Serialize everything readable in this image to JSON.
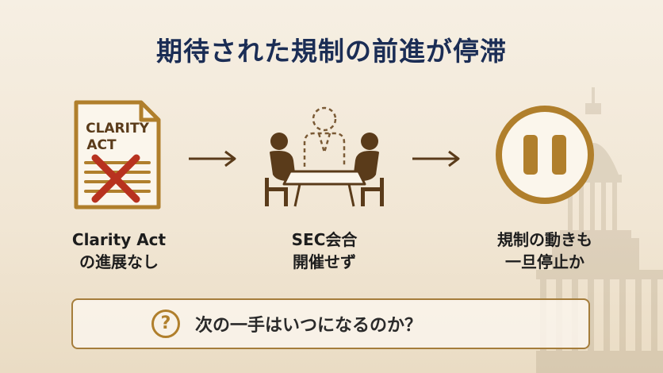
{
  "title": "期待された規制の前進が停滞",
  "document": {
    "line1": "CLARITY",
    "line2": "ACT"
  },
  "steps": [
    {
      "line1": "Clarity Act",
      "line2": "の進展なし"
    },
    {
      "line1": "SEC会合",
      "line2": "開催せず"
    },
    {
      "line1": "規制の動きも",
      "line2": "一旦停止か"
    }
  ],
  "question": {
    "icon_text": "?",
    "text": "次の一手はいつになるのか？"
  },
  "icons": {
    "step1": "crossed-document-icon",
    "step2": "meeting-icon",
    "step3": "pause-icon"
  },
  "colors": {
    "gold": "#b07f2c",
    "red": "#b8321f",
    "navy": "#1b2d55",
    "dark": "#5a3b1a"
  }
}
